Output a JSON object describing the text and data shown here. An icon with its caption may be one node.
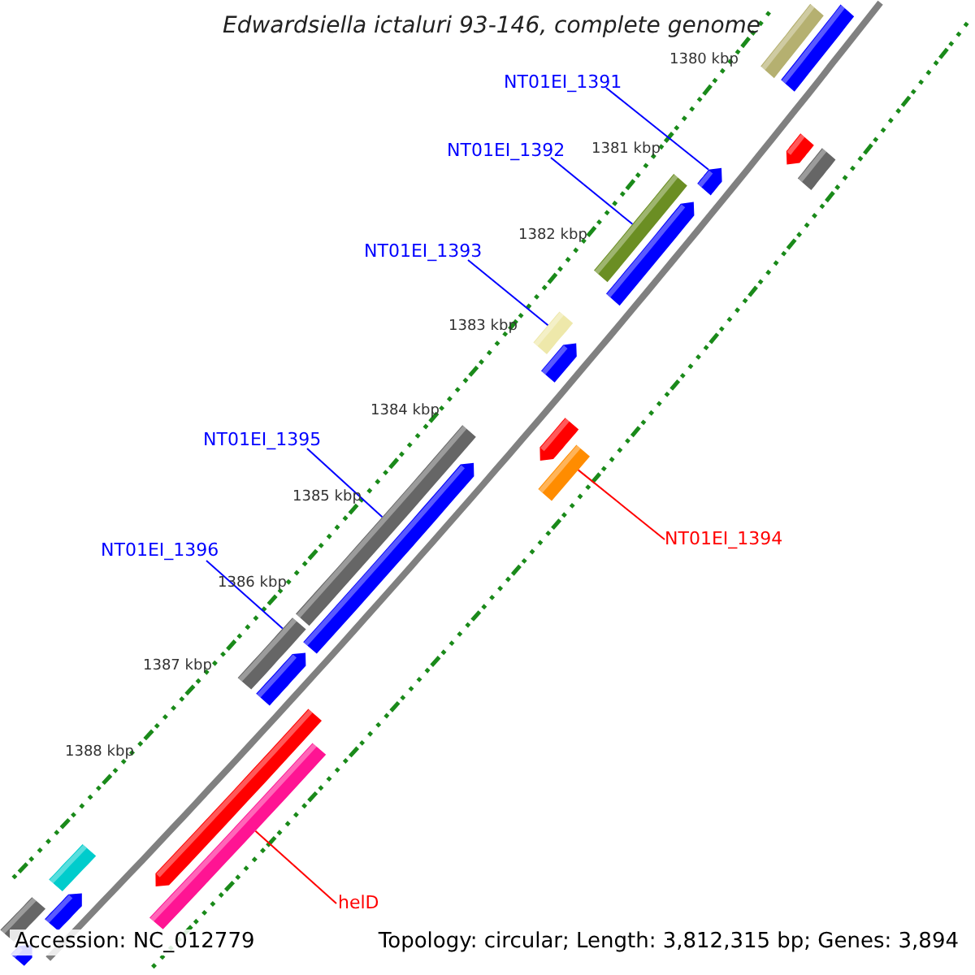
{
  "diagram": {
    "title": "Edwardsiella ictaluri 93-146, complete genome",
    "nodes": [
      {
        "text": [
          "NT01EI_1391"
        ]
      },
      {
        "text": [
          "NT01EI_1392"
        ]
      },
      {
        "text": [
          "NT01EI_1393"
        ]
      },
      {
        "text": [
          "NT01EI_1394"
        ]
      },
      {
        "text": [
          "NT01EI_1395"
        ]
      },
      {
        "text": [
          "NT01EI_1396"
        ]
      },
      {
        "text": [
          "helD"
        ]
      },
      {
        "text": [],
        "shape": "bar"
      },
      {
        "text": [],
        "shape": "bar"
      },
      {
        "text": [],
        "shape": "arrow"
      },
      {
        "text": [],
        "shape": "bar"
      },
      {
        "text": [],
        "shape": "arrow"
      },
      {
        "text": [],
        "shape": "bar"
      },
      {
        "text": [],
        "shape": "arrow"
      },
      {
        "text": [],
        "shape": "bar"
      },
      {
        "text": [],
        "shape": "arrow"
      },
      {
        "text": [],
        "shape": "arrow"
      },
      {
        "text": [],
        "shape": "bar"
      },
      {
        "text": [],
        "shape": "bar"
      },
      {
        "text": [],
        "shape": "arrow"
      },
      {
        "text": [],
        "shape": "bar"
      },
      {
        "text": [],
        "shape": "arrow"
      },
      {
        "text": [],
        "shape": "arrow"
      },
      {
        "text": [],
        "shape": "bar"
      },
      {
        "text": [],
        "shape": "bar"
      },
      {
        "text": [],
        "shape": "arrow"
      },
      {
        "text": [],
        "shape": "bar"
      },
      {
        "text": [],
        "shape": "arrow"
      }
    ],
    "edges": [
      {
        "from": 0,
        "to": 11,
        "arrow": "none"
      },
      {
        "from": 1,
        "to": 12,
        "arrow": "none"
      },
      {
        "from": 2,
        "to": 14,
        "arrow": "none"
      },
      {
        "from": 3,
        "to": 18,
        "arrow": "none",
        "color": "#ff0000"
      },
      {
        "from": 4,
        "to": 17,
        "arrow": "none"
      },
      {
        "from": 5,
        "to": 20,
        "arrow": "none"
      },
      {
        "from": 6,
        "to": 23,
        "arrow": "none",
        "color": "#ff0000"
      }
    ],
    "labels": [
      "1380 kbp",
      "1381 kbp",
      "1382 kbp",
      "1383 kbp",
      "1384 kbp",
      "1385 kbp",
      "1386 kbp",
      "1387 kbp",
      "1388 kbp",
      "Accession: NC_012779",
      "Topology: circular; Length: 3,812,315 bp; Genes: 3,894"
    ]
  }
}
